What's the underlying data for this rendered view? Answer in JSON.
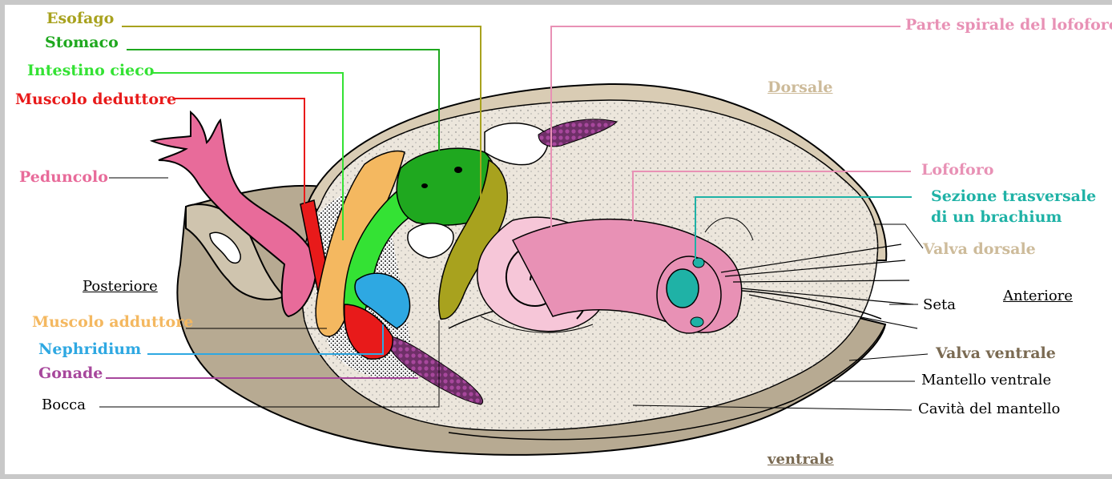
{
  "title": "",
  "colors": {
    "esofago": "#a8a21e",
    "stomaco": "#1fa81f",
    "intestino": "#34e234",
    "muscolo_deduttore": "#e81a1a",
    "peduncolo": "#e86b9a",
    "lofoforo": "#e891b5",
    "sezione": "#1fb2a6",
    "valva_dorsale": "#cdbb9a",
    "muscolo_adduttore": "#f4b860",
    "nephridium": "#2ea8e2",
    "gonade": "#a7479c",
    "black_label": "#000000",
    "valva_ventrale": "#7a6a52"
  },
  "labels": {
    "esofago": "Esofago",
    "stomaco": "Stomaco",
    "intestino_cieco": "Intestino cieco",
    "muscolo_deduttore": "Muscolo deduttore",
    "peduncolo": "Peduncolo",
    "posteriore": "Posteriore",
    "muscolo_adduttore": "Muscolo adduttore",
    "nephridium": "Nephridium",
    "gonade": "Gonade",
    "bocca": "Bocca",
    "parte_spirale": "Parte spirale del lofoforo",
    "dorsale": "Dorsale",
    "lofoforo": "Lofoforo",
    "sezione_line1": "Sezione trasversale",
    "sezione_line2": "di un brachium",
    "valva_dorsale": "Valva dorsale",
    "anteriore": "Anteriore",
    "seta": "Seta",
    "valva_ventrale": "Valva ventrale",
    "mantello_ventrale": "Mantello ventrale",
    "cavita_mantello": "Cavità del mantello",
    "ventrale": "ventrale"
  }
}
